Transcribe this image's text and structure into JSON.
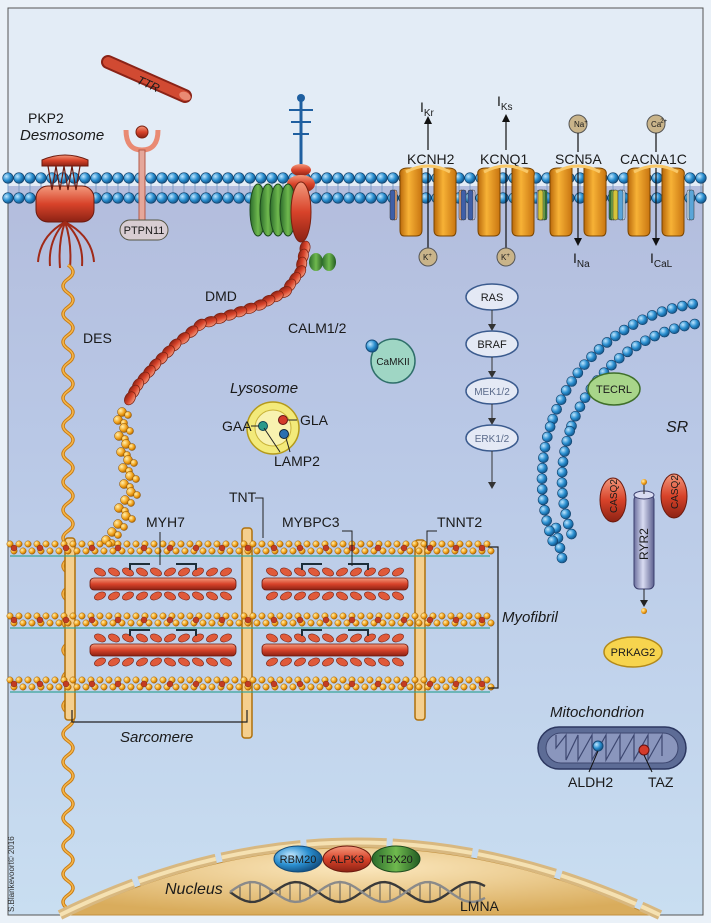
{
  "labels": {
    "ttr": "TTR",
    "pkp2": "PKP2",
    "desmosome": "Desmosome",
    "ptpn11": "PTPN11",
    "ikr_i": "I",
    "ikr_sub": "Kr",
    "iks_i": "I",
    "iks_sub": "Ks",
    "kcnh2": "KCNH2",
    "kcnq1": "KCNQ1",
    "scn5a": "SCN5A",
    "cacna1c": "CACNA1C",
    "na_ion": "Na",
    "na_sup": "+",
    "ca_ion": "Ca",
    "ca_sup": "2+",
    "k_ion": "K",
    "k_sup": "+",
    "ina_i": "I",
    "ina_sub": "Na",
    "ical_i": "I",
    "ical_sub": "CaL",
    "des": "DES",
    "dmd": "DMD",
    "calm": "CALM1/2",
    "camkii": "CaMKII",
    "ras": "RAS",
    "braf": "BRAF",
    "mek": "MEK1/2",
    "erk": "ERK1/2",
    "tecrl": "TECRL",
    "sr": "SR",
    "lysosome": "Lysosome",
    "gaa": "GAA",
    "gla": "GLA",
    "lamp2": "LAMP2",
    "tnt": "TNT",
    "myh7": "MYH7",
    "mybpc3": "MYBPC3",
    "tnnt2": "TNNT2",
    "casq2_a": "CASQ2",
    "casq2_b": "CASQ2",
    "ryr2": "RYR2",
    "myofibril": "Myofibril",
    "prkag2": "PRKAG2",
    "sarcomere": "Sarcomere",
    "mitochondrion": "Mitochondrion",
    "aldh2": "ALDH2",
    "taz": "TAZ",
    "rbm20": "RBM20",
    "alpk3": "ALPK3",
    "tbx20": "TBX20",
    "nucleus": "Nucleus",
    "lmna": "LMNA",
    "credit": "S.Blankevoort© 2016"
  },
  "colors": {
    "background_top": "#e6eef7",
    "background_cell": "#b9c2df",
    "membrane_head": "#1f86c8",
    "channel_orange": "#f0a020",
    "protein_red": "#d8432a",
    "nucleus": "#efc983"
  }
}
